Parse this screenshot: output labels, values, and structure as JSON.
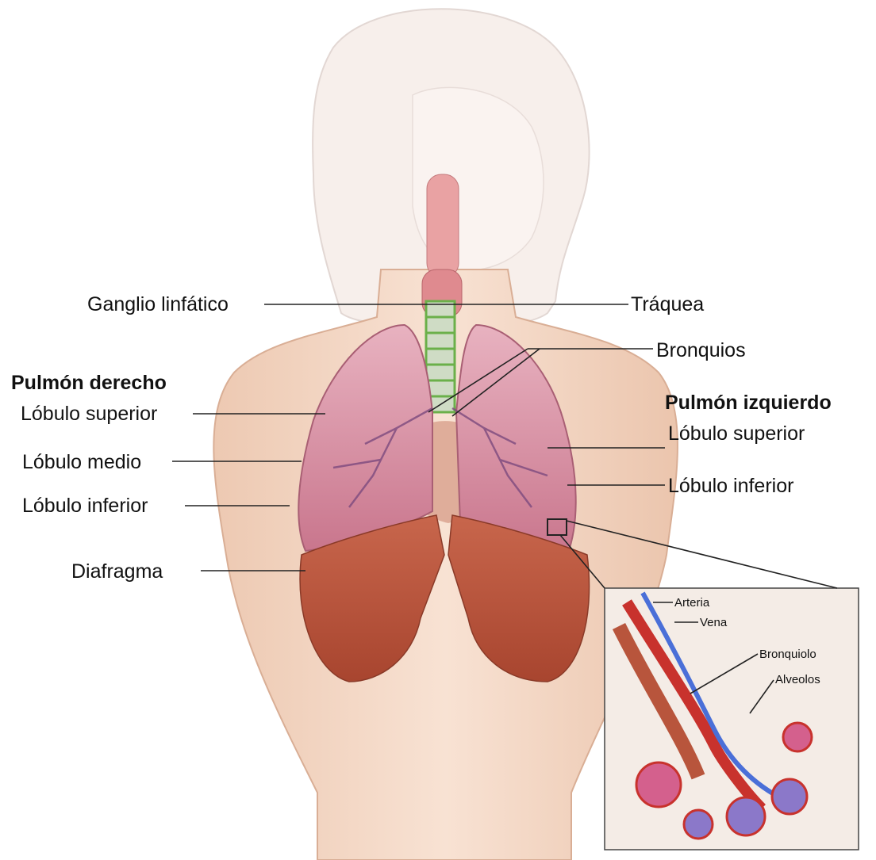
{
  "labels": {
    "ganglio": "Ganglio linfático",
    "traquea": "Tráquea",
    "bronquios": "Bronquios",
    "pulmon_derecho": "Pulmón derecho",
    "pulmon_izquierdo": "Pulmón izquierdo",
    "der_superior": "Lóbulo superior",
    "der_medio": "Lóbulo medio",
    "der_inferior": "Lóbulo inferior",
    "izq_superior": "Lóbulo superior",
    "izq_inferior": "Lóbulo inferior",
    "diafragma": "Diafragma",
    "arteria": "Arteria",
    "vena": "Vena",
    "bronquiolo": "Bronquiolo",
    "alveolos": "Alveolos"
  },
  "colors": {
    "skin": "#f3d9c6",
    "lung": "#d98ea2",
    "diaphragm": "#b8553c",
    "artery": "#c8322d",
    "vein": "#4a6fd8",
    "airway": "#6bb04a"
  }
}
